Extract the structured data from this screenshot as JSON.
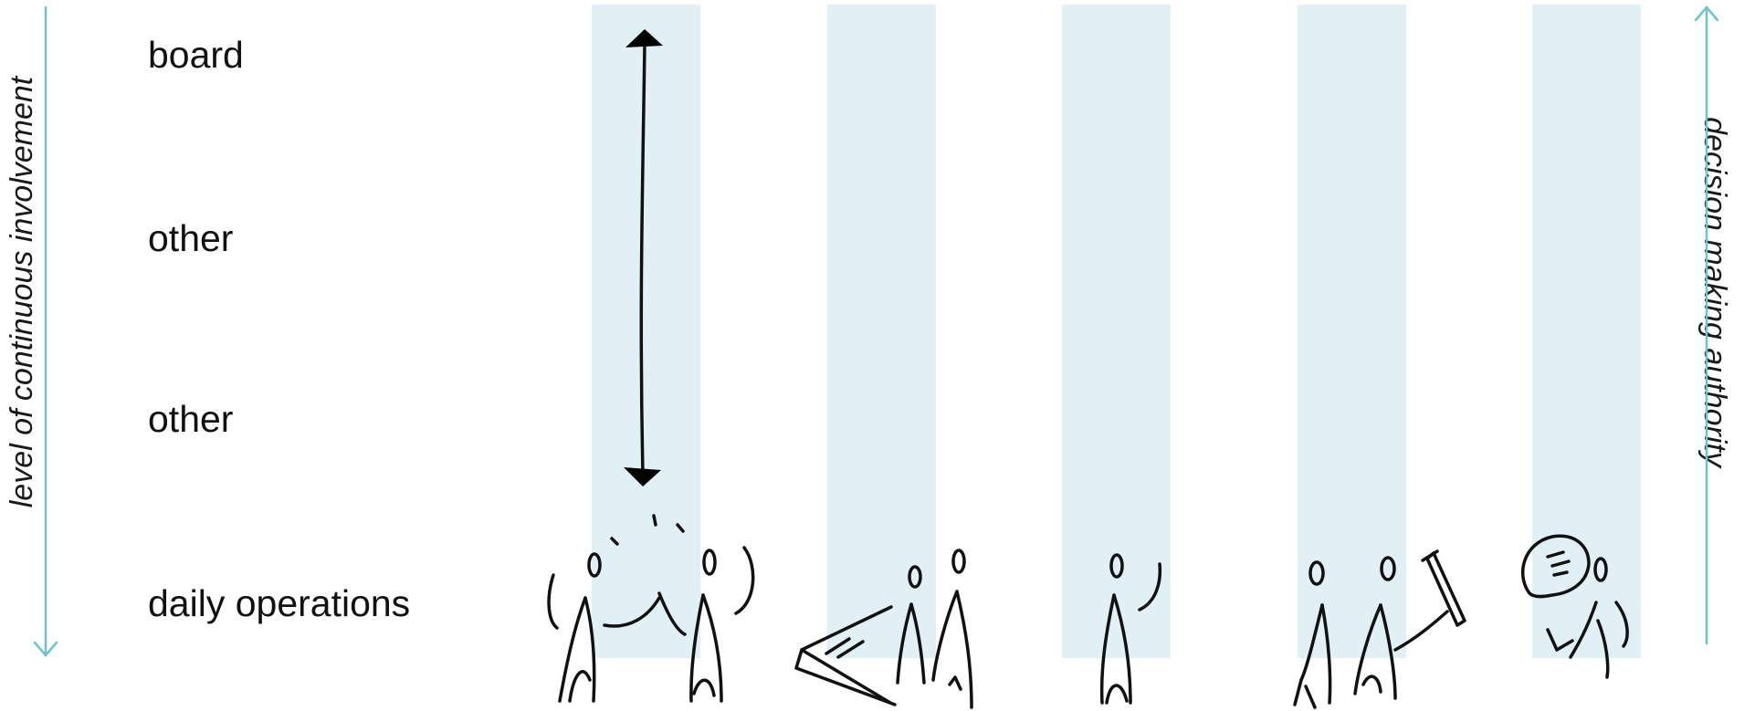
{
  "colors": {
    "column_fill": "#e0f0f5",
    "axis_arrow": "#6cc3cc",
    "ink": "#111111",
    "text": "#111111"
  },
  "axes": {
    "left_label": "level of continuous involvement",
    "left_direction": "down",
    "right_label": "decision making authority",
    "right_direction": "up"
  },
  "rows": [
    {
      "label": "board"
    },
    {
      "label": "other"
    },
    {
      "label": "other"
    },
    {
      "label": "daily operations"
    }
  ],
  "columns": [
    {
      "illustration": "two-people-conversing-with-double-arrow-board-to-operations-icon"
    },
    {
      "illustration": "two-people-with-paper-icon"
    },
    {
      "illustration": "single-person-icon"
    },
    {
      "illustration": "two-people-with-pencil-icon"
    },
    {
      "illustration": "person-with-speech-bubble-icon"
    }
  ]
}
